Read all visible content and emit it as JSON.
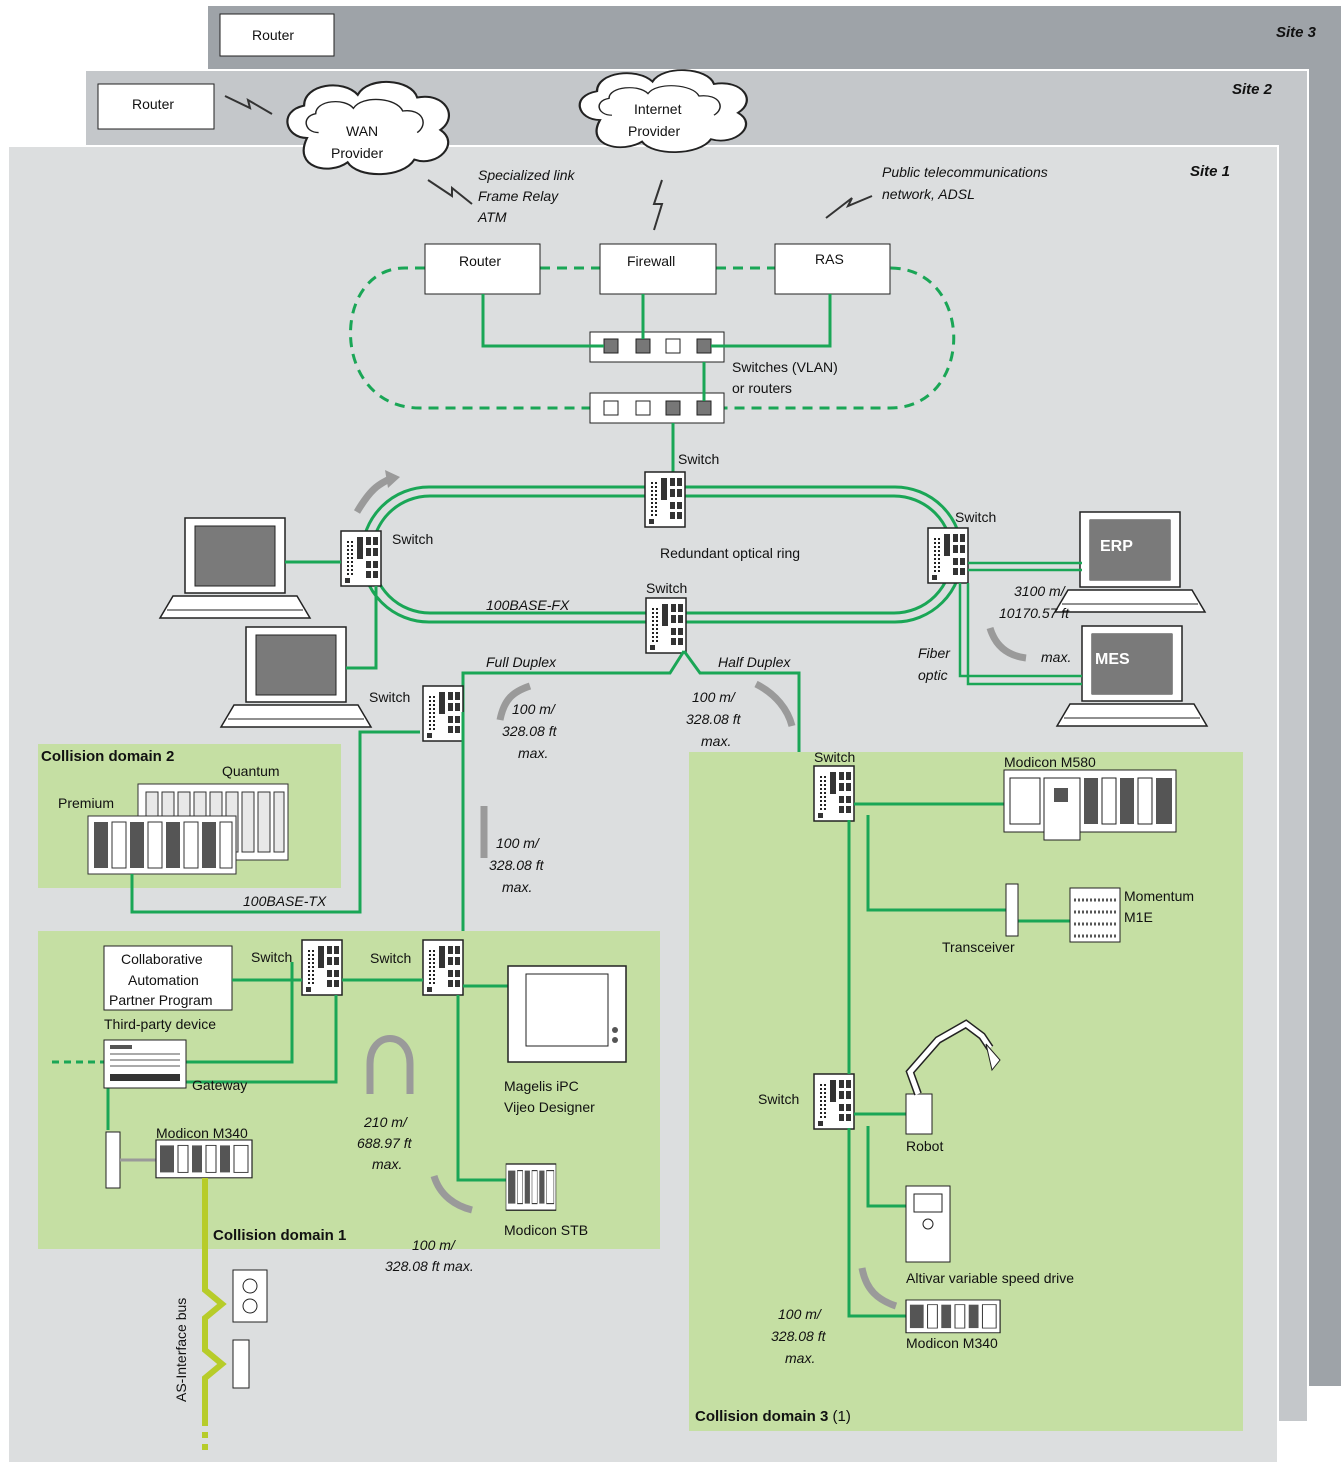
{
  "sites": {
    "site3": "Site 3",
    "site2": "Site 2",
    "site1": "Site 1"
  },
  "nodes": {
    "router_site3": "Router",
    "router_site2": "Router",
    "wan_provider_line1": "WAN",
    "wan_provider_line2": "Provider",
    "internet_provider_line1": "Internet",
    "internet_provider_line2": "Provider",
    "router": "Router",
    "firewall": "Firewall",
    "ras": "RAS",
    "erp": "ERP",
    "mes": "MES",
    "switch": "Switch",
    "switches_vlan_line1": "Switches (VLAN)",
    "switches_vlan_line2": "or routers",
    "redundant_ring": "Redundant optical ring",
    "quantum": "Quantum",
    "premium": "Premium",
    "modicon_m580": "Modicon M580",
    "momentum_line1": "Momentum",
    "momentum_line2": "M1E",
    "transceiver": "Transceiver",
    "cap_line1": "Collaborative",
    "cap_line2": "Automation",
    "cap_line3": "Partner Program",
    "third_party": "Third-party device",
    "gateway": "Gateway",
    "magelis_line1": "Magelis iPC",
    "magelis_line2": "Vijeo Designer",
    "modicon_m340": "Modicon M340",
    "modicon_stb": "Modicon STB",
    "robot": "Robot",
    "altivar": "Altivar variable speed drive",
    "as_interface": "AS-Interface bus"
  },
  "annotations": {
    "specialized_line1": "Specialized link",
    "specialized_line2": "Frame Relay",
    "specialized_line3": "ATM",
    "public_line1": "Public telecommunications",
    "public_line2": "network, ADSL",
    "base_fx": "100BASE-FX",
    "base_tx": "100BASE-TX",
    "full_duplex": "Full Duplex",
    "half_duplex": "Half Duplex",
    "fiber_line1": "Fiber",
    "fiber_line2": "optic",
    "d3100_line1": "3100 m/",
    "d3100_line2": "10170.57 ft",
    "d3100_line3": "max.",
    "d100_line1": "100 m/",
    "d100_line2": "328.08 ft",
    "d100_line3": "max.",
    "d100_oneline": "328.08 ft max.",
    "d210_line1": "210 m/",
    "d210_line2": "688.97 ft",
    "d210_line3": "max."
  },
  "zones": {
    "cd1": "Collision domain 1",
    "cd2": "Collision domain 2",
    "cd3": "Collision domain 3",
    "cd3_note": "(1)"
  },
  "colors": {
    "site3_bg": "#9ea3a8",
    "site2_bg": "#c4c7ca",
    "site1_bg": "#dcdedf",
    "zone_bg": "#c5dfa3",
    "ethernet": "#1aa656",
    "asi_bus": "#b7cc2a",
    "arrow_gray": "#9a9a9a",
    "screen_gray": "#7a7a7a"
  }
}
